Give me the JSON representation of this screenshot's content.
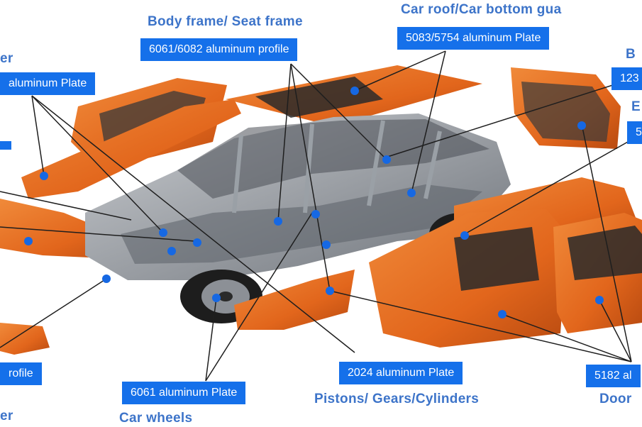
{
  "captions": {
    "body_frame": "Body frame/ Seat frame",
    "car_roof": "Car roof/Car bottom gua",
    "pistons": "Pistons/ Gears/Cylinders",
    "car_wheels": "Car wheels",
    "door": "Door",
    "left_top": "er",
    "left_bottom": "er",
    "right_top_b": "B",
    "right_mid_b": "E"
  },
  "tags": {
    "profile_6061_6082": "6061/6082 aluminum profile",
    "plate_5083_5754": "5083/5754 aluminum Plate",
    "plate_left": "aluminum Plate",
    "profile_left": "rofile",
    "plate_6061": "6061 aluminum Plate",
    "plate_2024": "2024 aluminum Plate",
    "plate_5182": "5182 al",
    "right_123": "123",
    "right_5": "5"
  },
  "colors": {
    "label_blue": "#3d74c9",
    "tag_blue": "#1570ea",
    "body_orange": "#e2661c",
    "frame_gray": "#8a8f96"
  }
}
